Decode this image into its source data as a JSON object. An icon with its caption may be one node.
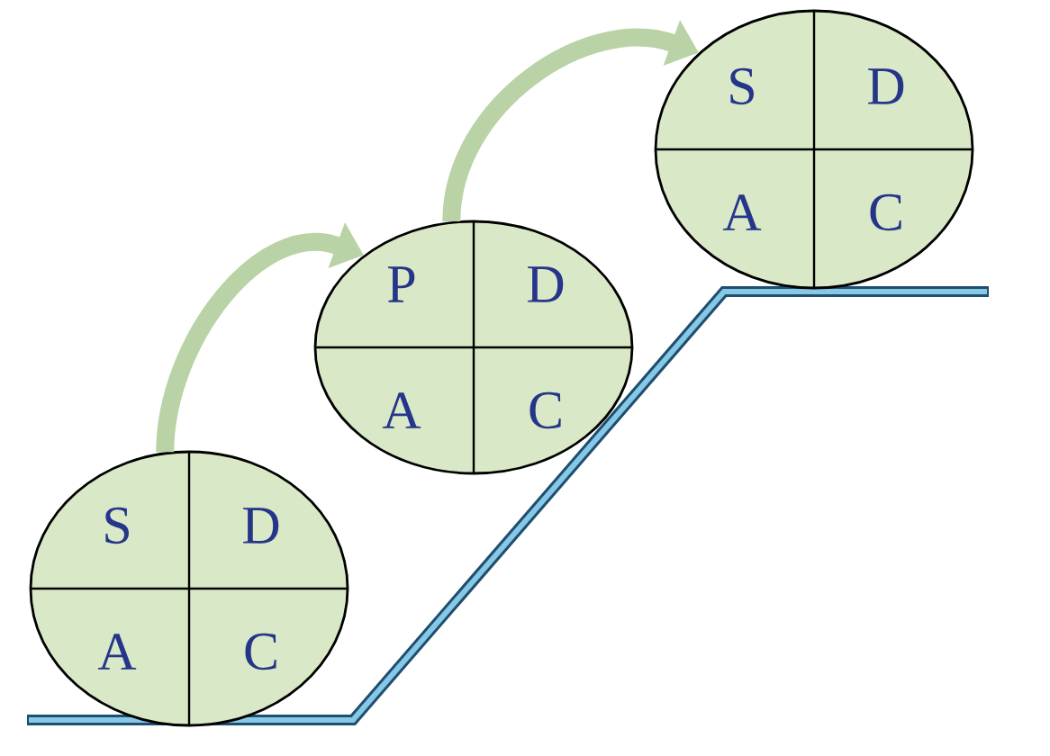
{
  "diagram": {
    "nodes": [
      {
        "text": [
          "S",
          "D",
          "A",
          "C"
        ]
      },
      {
        "text": [
          "P",
          "D",
          "A",
          "C"
        ]
      },
      {
        "text": [
          "S",
          "D",
          "A",
          "C"
        ]
      }
    ],
    "edges": [
      {
        "from": 0,
        "to": 1,
        "arrow": "to"
      },
      {
        "from": 1,
        "to": 2,
        "arrow": "to"
      }
    ]
  }
}
